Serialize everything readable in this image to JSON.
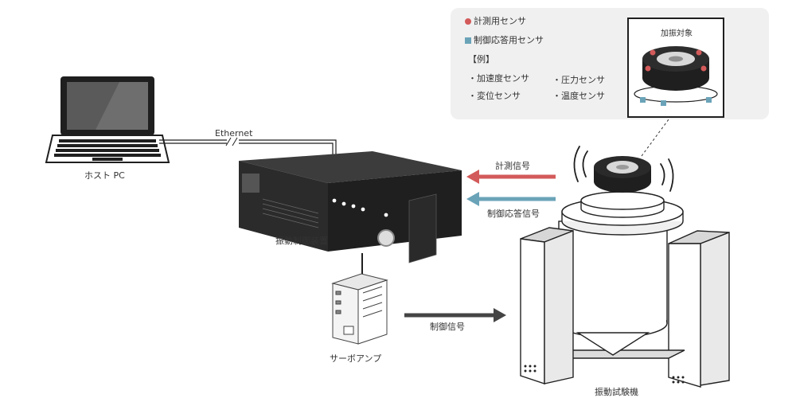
{
  "labels": {
    "host_pc": "ホスト PC",
    "ethernet": "Ethernet",
    "controller": "振動制御装置",
    "servo_amp": "サーボアンプ",
    "shaker": "振動試験機",
    "measure_signal": "計測信号",
    "control_response_signal": "制御応答信号",
    "control_signal": "制御信号",
    "excitation_target": "加振対象"
  },
  "legend": {
    "measure_sensor": "計測用センサ",
    "control_sensor": "制御応答用センサ",
    "example_header": "【例】",
    "examples": [
      "・加速度センサ",
      "・圧力センサ",
      "・変位センサ",
      "・温度センサ"
    ]
  },
  "colors": {
    "measure": "#d35a5a",
    "control_response": "#6aa3b8",
    "control": "#444444",
    "device_dark": "#2b2b2b"
  }
}
